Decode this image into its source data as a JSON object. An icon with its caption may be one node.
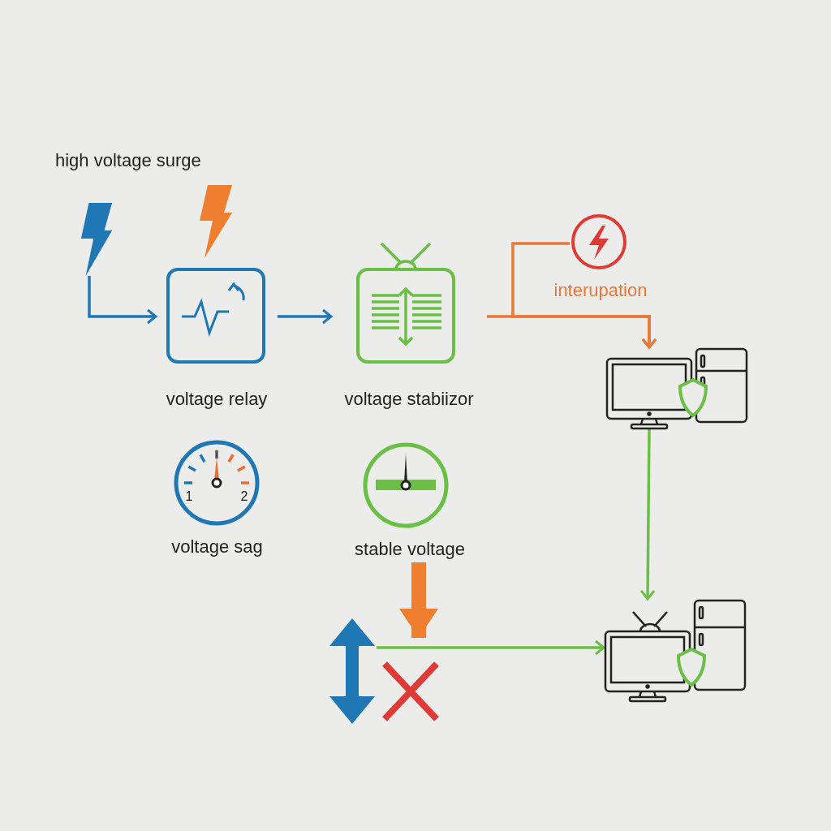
{
  "diagram": {
    "nodes": [
      {
        "text": [],
        "shape": "bolt"
      },
      {
        "text": [],
        "shape": "bolt"
      },
      {
        "text": [
          "voltage relay"
        ]
      },
      {
        "text": [
          "voltage stabiizor"
        ]
      },
      {
        "text": [
          "interupation"
        ]
      },
      {
        "text": [],
        "shape": "appliance"
      },
      {
        "text": [
          "1",
          "2",
          "voltage sag"
        ]
      },
      {
        "text": [
          "stable voltage"
        ]
      },
      {
        "text": [],
        "shape": "arrow"
      },
      {
        "text": [],
        "shape": "cross"
      },
      {
        "text": [],
        "shape": "appliance"
      }
    ],
    "edges": [
      {
        "from": 0,
        "to": 2,
        "arrow": "to",
        "color": "#1f77b4"
      },
      {
        "from": 2,
        "to": 3,
        "arrow": "to",
        "color": "#1f77b4"
      },
      {
        "from": 3,
        "to": 5,
        "arrow": "to",
        "color": "#e8793a"
      },
      {
        "from": 4,
        "to": 5,
        "arrow": "to",
        "color": "#e8793a"
      },
      {
        "from": 5,
        "to": 10,
        "arrow": "to",
        "color": "#6abf45"
      },
      {
        "from": 8,
        "to": 10,
        "arrow": "to",
        "color": "#6abf45"
      },
      {
        "from": 7,
        "to": 9,
        "arrow": "to",
        "style": "thick",
        "color": "#ef7f2e"
      }
    ],
    "labels": [
      "high voltage surge"
    ]
  }
}
